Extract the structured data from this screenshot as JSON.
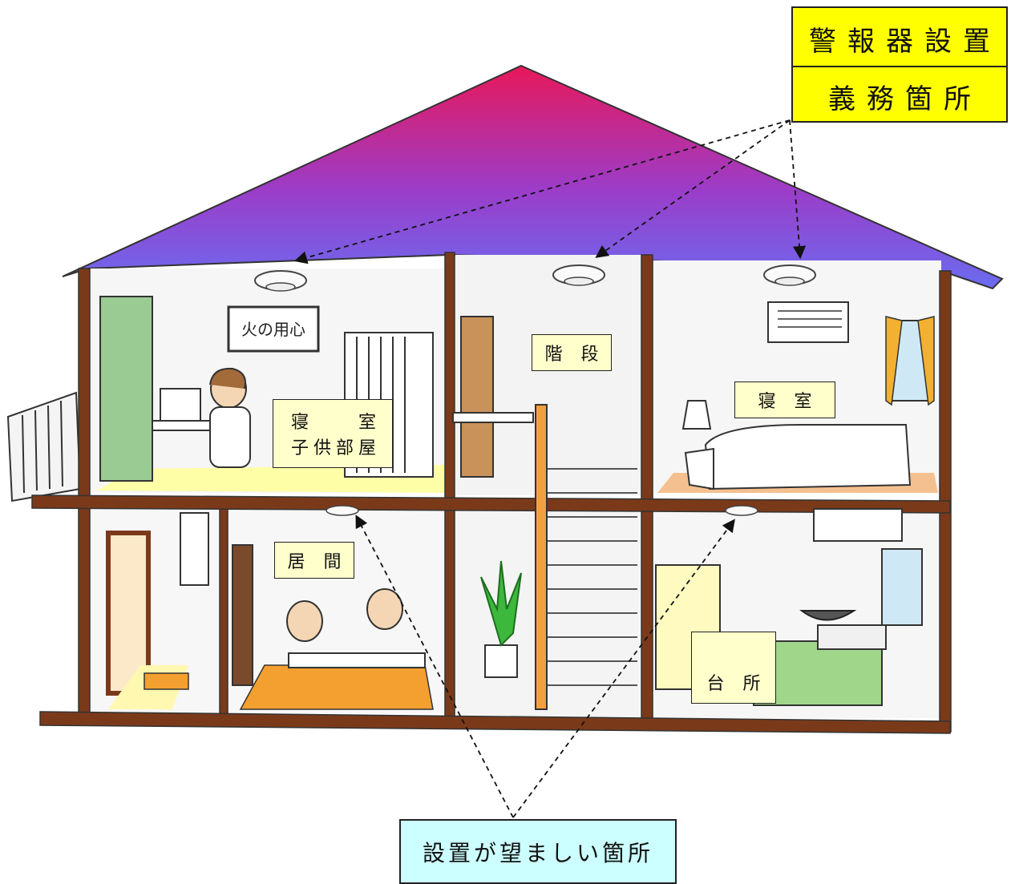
{
  "legend": {
    "required_line1": "警報器設置",
    "required_line2": "義務箇所",
    "recommended": "設置が望ましい箇所",
    "required_color": "#ffff00",
    "recommended_color": "#ccffff"
  },
  "rooms": {
    "bedroom_left_line1": "寝　　室",
    "bedroom_left_line2": "子供部屋",
    "stairs": "階 段",
    "bedroom_right": "寝 室",
    "living": "居 間",
    "kitchen": "台 所"
  },
  "poster_text": "火の用心",
  "colors": {
    "roof_top": "#e8185a",
    "roof_bottom": "#6a6cf0",
    "wall": "#7a3a1a",
    "room_label_bg": "#ffffcc"
  },
  "icons": [
    "smoke-detector-icon",
    "person-icon",
    "plant-icon",
    "bed-icon",
    "kitchen-stove-icon"
  ]
}
